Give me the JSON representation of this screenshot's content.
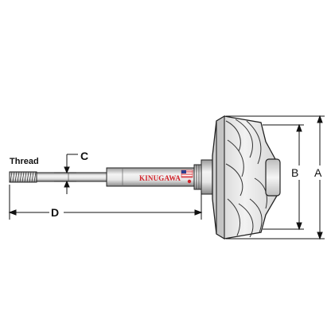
{
  "labels": {
    "thread": "Thread",
    "c": "C",
    "d": "D",
    "b": "B",
    "a": "A"
  },
  "brand": {
    "name": "KINUGAWA",
    "color": "#d2232a"
  }
}
